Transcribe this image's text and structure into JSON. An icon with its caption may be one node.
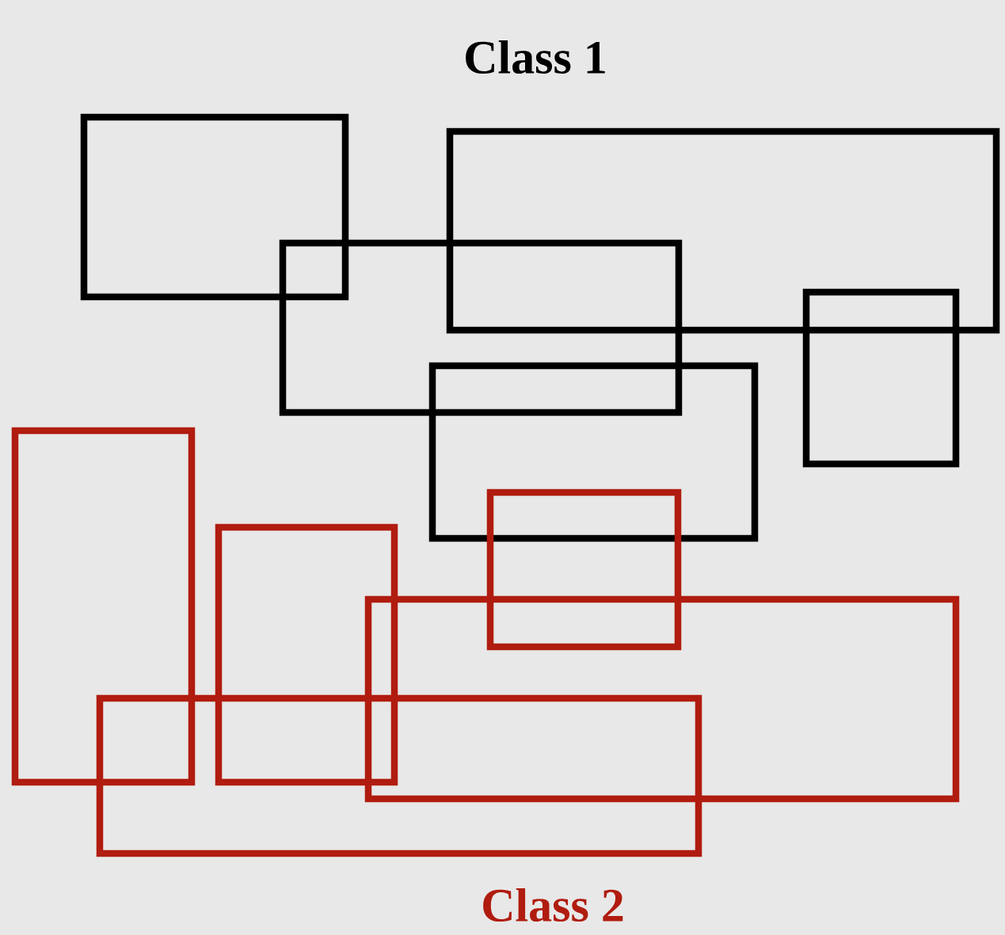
{
  "diagram": {
    "nodes": [
      {
        "text": [],
        "shape": "box"
      },
      {
        "text": [],
        "shape": "box"
      },
      {
        "text": [],
        "shape": "box"
      },
      {
        "text": [],
        "shape": "box"
      },
      {
        "text": [],
        "shape": "box"
      },
      {
        "text": [],
        "shape": "box"
      },
      {
        "text": [],
        "shape": "box"
      },
      {
        "text": [],
        "shape": "box"
      },
      {
        "text": [],
        "shape": "box"
      },
      {
        "text": [],
        "shape": "box"
      }
    ],
    "labels": [
      "Class 1",
      "Class 2"
    ]
  }
}
